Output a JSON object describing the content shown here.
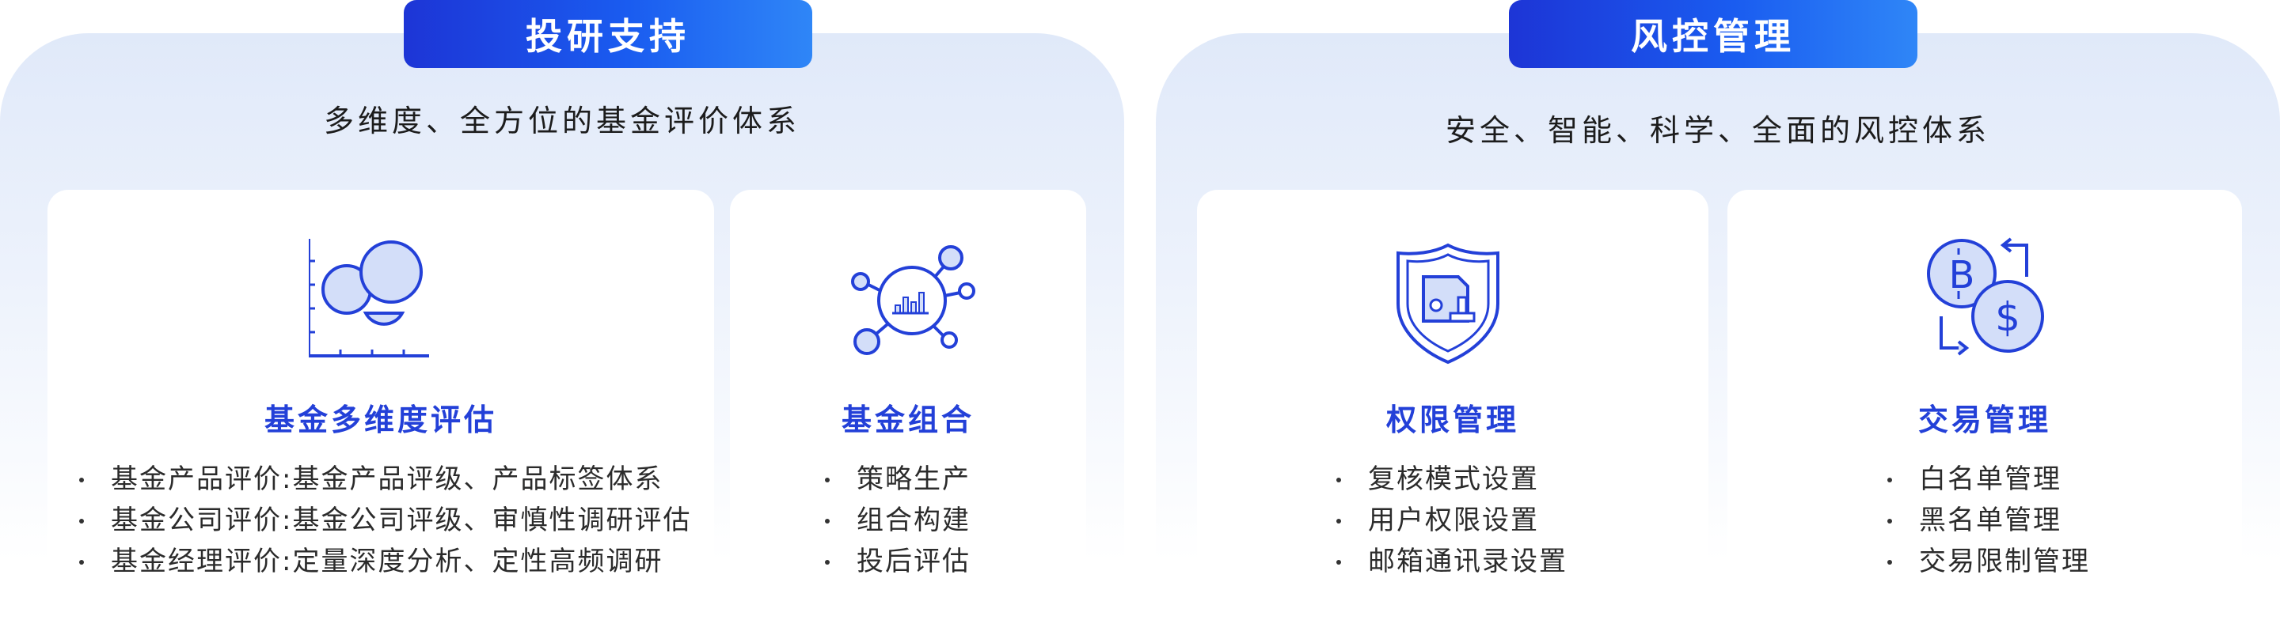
{
  "left_section": {
    "header": "投研支持",
    "subtitle": "多维度、全方位的基金评价体系",
    "cards": [
      {
        "title": "基金多维度评估",
        "icon": "chart-circles-icon",
        "items": [
          "基金产品评价:基金产品评级、产品标签体系",
          "基金公司评价:基金公司评级、审慎性调研评估",
          "基金经理评价:定量深度分析、定性高频调研"
        ]
      },
      {
        "title": "基金组合",
        "icon": "network-bar-chart-icon",
        "items": [
          "策略生产",
          "组合构建",
          "投后评估"
        ]
      }
    ]
  },
  "right_section": {
    "header": "风控管理",
    "subtitle": "安全、智能、科学、全面的风控体系",
    "cards": [
      {
        "title": "权限管理",
        "icon": "shield-document-icon",
        "items": [
          "复核模式设置",
          "用户权限设置",
          "邮箱通讯录设置"
        ]
      },
      {
        "title": "交易管理",
        "icon": "currency-exchange-icon",
        "items": [
          "白名单管理",
          "黑名单管理",
          "交易限制管理"
        ]
      }
    ]
  },
  "colors": {
    "accent_blue": "#2340d8",
    "icon_fill": "#d3def9",
    "header_gradient_start": "#1d35d6",
    "header_gradient_end": "#2f86f7"
  }
}
